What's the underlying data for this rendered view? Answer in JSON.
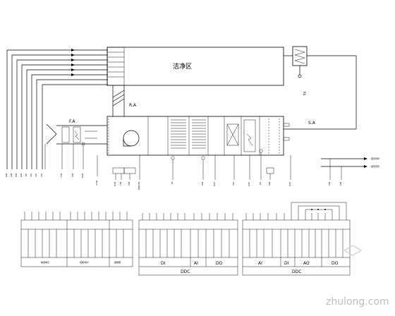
{
  "zone_label": "洁净区",
  "return_air_label": "R.A",
  "fresh_air_label": "F.A",
  "supply_air_label": "S.A",
  "right_legend": [
    "回风风管",
    "送风风管"
  ],
  "left_signals": [
    "DI6",
    "DI5",
    "DI4",
    "DI3",
    "AI1",
    "AI2",
    "AI3",
    "AI4"
  ],
  "mid_signals_a": [
    "DI1",
    "DI2",
    "DO4",
    "DO3",
    "DO1",
    "DI1",
    "DI2",
    "DI7/DI8"
  ],
  "mid_signals_b": [
    "RI",
    "DI6",
    "AO2",
    "AI4",
    "AO3",
    "AI1",
    "DI4",
    "AO3"
  ],
  "right_signals": [
    "DI2",
    "DI3"
  ],
  "right_pipe_label": "RS",
  "panel_left": {
    "sections": [
      "电源单元",
      "控制/用户",
      "报警器"
    ]
  },
  "panel_mid": {
    "groups": [
      "DI",
      "AI",
      "DO"
    ],
    "title": "DDC"
  },
  "panel_right": {
    "groups": [
      "AI",
      "DI",
      "AO",
      "DO"
    ],
    "title": "DDC"
  },
  "watermark": "zhulong.com"
}
